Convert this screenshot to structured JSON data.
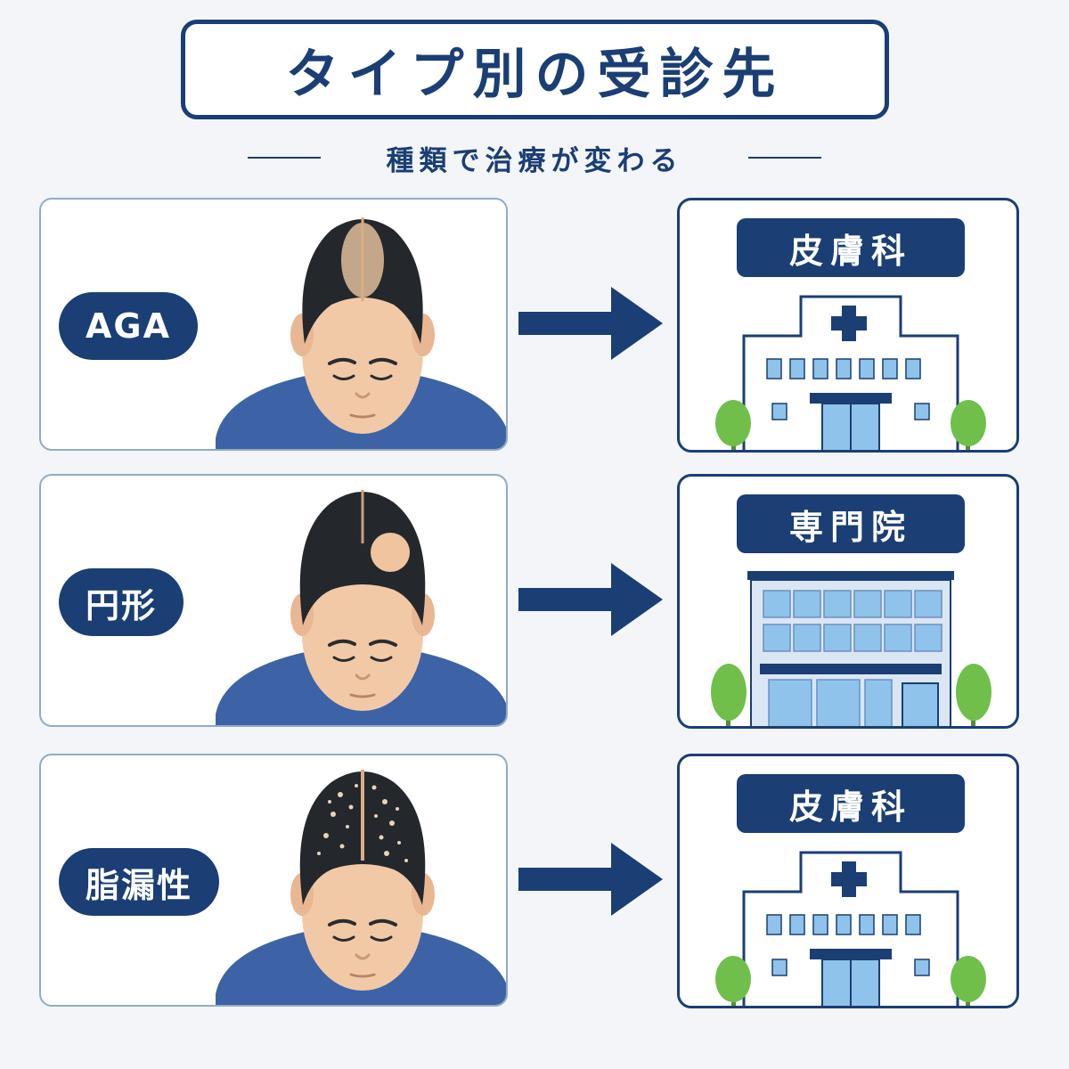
{
  "title": "タイプ別の受診先",
  "subtitle": "種類で治療が変わる",
  "colors": {
    "navy": "#1b3e74",
    "shirt": "#3d63a6",
    "hair": "#24272c",
    "skin": "#f2c9a6",
    "window": "#8fc3ec",
    "tree": "#6fbf4a",
    "background": "#f3f5f8"
  },
  "rows": [
    {
      "type_label": "AGA",
      "hair_pattern": "thinning-crown",
      "clinic_label": "皮膚科",
      "building": "hospital-with-cross-icon"
    },
    {
      "type_label": "円形",
      "hair_pattern": "circular-bald-patch",
      "clinic_label": "専門院",
      "building": "office-clinic-icon"
    },
    {
      "type_label": "脂漏性",
      "hair_pattern": "flaky-scalp",
      "clinic_label": "皮膚科",
      "building": "hospital-with-cross-icon"
    }
  ]
}
